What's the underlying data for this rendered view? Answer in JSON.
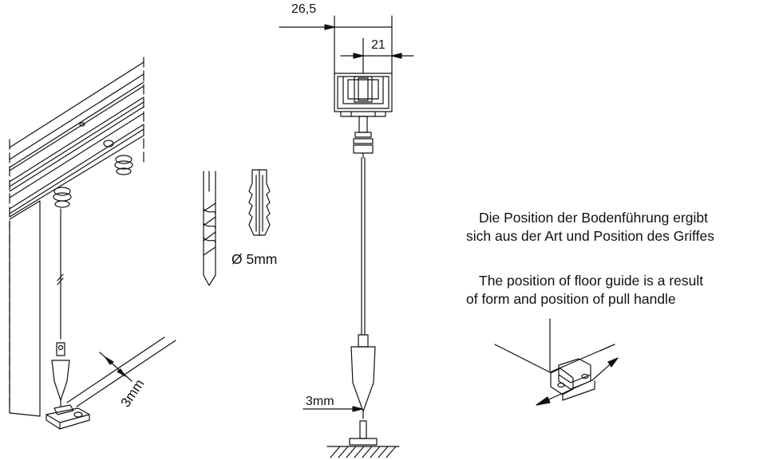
{
  "dimensions": {
    "top_width": "26,5",
    "rail_width": "21",
    "gap_center": "3mm",
    "gap_left": "3mm",
    "drill_diameter": "Ø 5mm"
  },
  "notes": {
    "german_line1": "Die Position der Bodenführung ergibt",
    "german_line2": "sich aus der Art und Position des Griffes",
    "english_line1": "The position of floor guide is a result",
    "english_line2": "of form and position of pull handle"
  },
  "colors": {
    "line": "#111111",
    "background": "#ffffff"
  }
}
